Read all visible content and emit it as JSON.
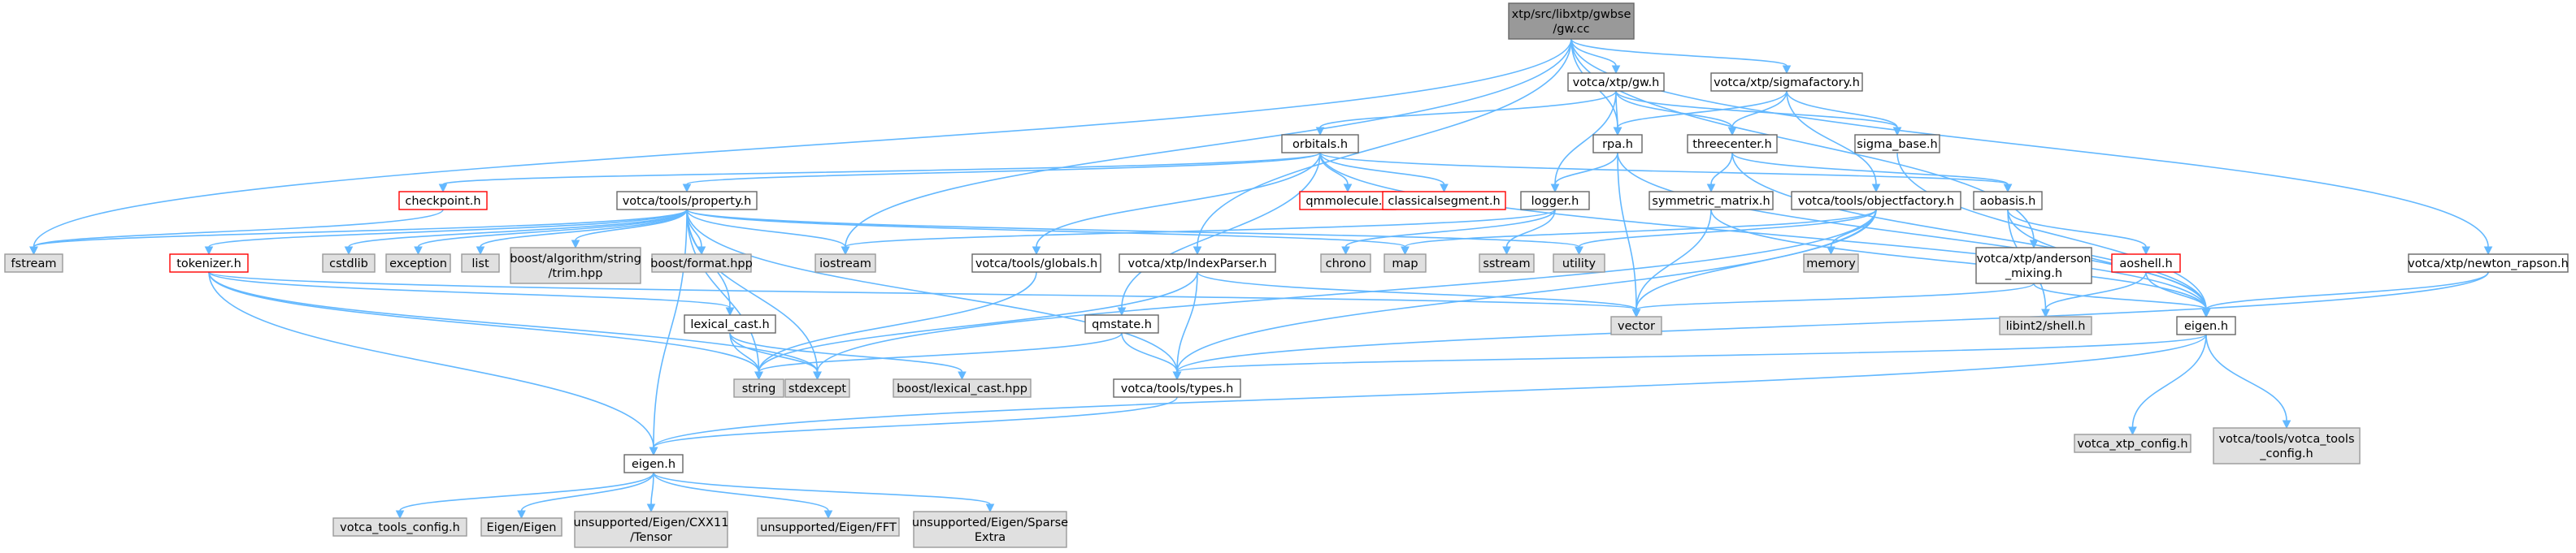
{
  "graph": {
    "root": "gw_cc",
    "colors": {
      "edge": "#63b8ff",
      "root_fill": "#999999",
      "root_border": "#666666",
      "doc_fill": "#ffffff",
      "doc_border": "#666666",
      "system_fill": "#e0e0e0",
      "system_border": "#999999",
      "incomplete_border": "#ff0000"
    },
    "nodes": [
      {
        "id": "gw_cc",
        "kind": "root",
        "lines": [
          "xtp/src/libxtp/gwbse",
          "/gw.cc"
        ]
      },
      {
        "id": "gw_h",
        "kind": "doc",
        "lines": [
          "votca/xtp/gw.h"
        ]
      },
      {
        "id": "sigmafactory",
        "kind": "doc",
        "lines": [
          "votca/xtp/sigmafactory.h"
        ]
      },
      {
        "id": "orbitals",
        "kind": "doc",
        "lines": [
          "orbitals.h"
        ]
      },
      {
        "id": "rpa",
        "kind": "doc",
        "lines": [
          "rpa.h"
        ]
      },
      {
        "id": "threecenter",
        "kind": "doc",
        "lines": [
          "threecenter.h"
        ]
      },
      {
        "id": "sigma_base",
        "kind": "doc",
        "lines": [
          "sigma_base.h"
        ]
      },
      {
        "id": "checkpoint",
        "kind": "incomplete",
        "lines": [
          "checkpoint.h"
        ]
      },
      {
        "id": "property",
        "kind": "doc",
        "lines": [
          "votca/tools/property.h"
        ]
      },
      {
        "id": "qmmolecule",
        "kind": "incomplete",
        "lines": [
          "qmmolecule.h"
        ]
      },
      {
        "id": "classicalsegment",
        "kind": "incomplete",
        "lines": [
          "classicalsegment.h"
        ]
      },
      {
        "id": "logger",
        "kind": "doc",
        "lines": [
          "logger.h"
        ]
      },
      {
        "id": "symmetric_matrix",
        "kind": "doc",
        "lines": [
          "symmetric_matrix.h"
        ]
      },
      {
        "id": "objectfactory",
        "kind": "doc",
        "lines": [
          "votca/tools/objectfactory.h"
        ]
      },
      {
        "id": "aobasis",
        "kind": "doc",
        "lines": [
          "aobasis.h"
        ]
      },
      {
        "id": "fstream",
        "kind": "system",
        "lines": [
          "fstream"
        ]
      },
      {
        "id": "tokenizer",
        "kind": "incomplete",
        "lines": [
          "tokenizer.h"
        ]
      },
      {
        "id": "cstdlib",
        "kind": "system",
        "lines": [
          "cstdlib"
        ]
      },
      {
        "id": "exception",
        "kind": "system",
        "lines": [
          "exception"
        ]
      },
      {
        "id": "list",
        "kind": "system",
        "lines": [
          "list"
        ]
      },
      {
        "id": "boost_trim",
        "kind": "system",
        "lines": [
          "boost/algorithm/string",
          "/trim.hpp"
        ]
      },
      {
        "id": "boost_format",
        "kind": "system",
        "lines": [
          "boost/format.hpp"
        ]
      },
      {
        "id": "iostream",
        "kind": "system",
        "lines": [
          "iostream"
        ]
      },
      {
        "id": "globals",
        "kind": "doc",
        "lines": [
          "votca/tools/globals.h"
        ]
      },
      {
        "id": "indexparser",
        "kind": "doc",
        "lines": [
          "votca/xtp/IndexParser.h"
        ]
      },
      {
        "id": "chrono",
        "kind": "system",
        "lines": [
          "chrono"
        ]
      },
      {
        "id": "map",
        "kind": "system",
        "lines": [
          "map"
        ]
      },
      {
        "id": "sstream",
        "kind": "system",
        "lines": [
          "sstream"
        ]
      },
      {
        "id": "utility",
        "kind": "system",
        "lines": [
          "utility"
        ]
      },
      {
        "id": "memory",
        "kind": "system",
        "lines": [
          "memory"
        ]
      },
      {
        "id": "aoshell",
        "kind": "incomplete",
        "lines": [
          "aoshell.h"
        ]
      },
      {
        "id": "anderson",
        "kind": "doc",
        "lines": [
          "votca/xtp/anderson",
          "_mixing.h"
        ]
      },
      {
        "id": "newton",
        "kind": "doc",
        "lines": [
          "votca/xtp/newton_rapson.h"
        ]
      },
      {
        "id": "lexical_cast_h",
        "kind": "doc",
        "lines": [
          "lexical_cast.h"
        ]
      },
      {
        "id": "vector",
        "kind": "system",
        "lines": [
          "vector"
        ]
      },
      {
        "id": "libint_shell",
        "kind": "system",
        "lines": [
          "libint2/shell.h"
        ]
      },
      {
        "id": "eigen_xtp",
        "kind": "doc",
        "lines": [
          "eigen.h"
        ]
      },
      {
        "id": "qmstate",
        "kind": "doc",
        "lines": [
          "qmstate.h"
        ]
      },
      {
        "id": "string",
        "kind": "system",
        "lines": [
          "string"
        ]
      },
      {
        "id": "stdexcept",
        "kind": "system",
        "lines": [
          "stdexcept"
        ]
      },
      {
        "id": "boost_lexical",
        "kind": "system",
        "lines": [
          "boost/lexical_cast.hpp"
        ]
      },
      {
        "id": "types",
        "kind": "doc",
        "lines": [
          "votca/tools/types.h"
        ]
      },
      {
        "id": "xtp_config",
        "kind": "system",
        "lines": [
          "votca_xtp_config.h"
        ]
      },
      {
        "id": "tools_config_h",
        "kind": "system",
        "lines": [
          "votca/tools/votca_tools",
          "_config.h"
        ]
      },
      {
        "id": "eigen_tools",
        "kind": "doc",
        "lines": [
          "eigen.h"
        ]
      },
      {
        "id": "votca_tools_config",
        "kind": "system",
        "lines": [
          "votca_tools_config.h"
        ]
      },
      {
        "id": "eigen_eigen",
        "kind": "system",
        "lines": [
          "Eigen/Eigen"
        ]
      },
      {
        "id": "eigen_tensor",
        "kind": "system",
        "lines": [
          "unsupported/Eigen/CXX11",
          "/Tensor"
        ]
      },
      {
        "id": "eigen_fft",
        "kind": "system",
        "lines": [
          "unsupported/Eigen/FFT"
        ]
      },
      {
        "id": "eigen_sparse",
        "kind": "system",
        "lines": [
          "unsupported/Eigen/Sparse",
          "Extra"
        ]
      }
    ],
    "edges": [
      [
        "gw_cc",
        "gw_h"
      ],
      [
        "gw_cc",
        "sigmafactory"
      ],
      [
        "gw_cc",
        "rpa"
      ],
      [
        "gw_cc",
        "fstream"
      ],
      [
        "gw_cc",
        "iostream"
      ],
      [
        "gw_cc",
        "indexparser"
      ],
      [
        "gw_cc",
        "anderson"
      ],
      [
        "gw_cc",
        "newton"
      ],
      [
        "gw_h",
        "orbitals"
      ],
      [
        "gw_h",
        "rpa"
      ],
      [
        "gw_h",
        "threecenter"
      ],
      [
        "gw_h",
        "sigma_base"
      ],
      [
        "gw_h",
        "logger"
      ],
      [
        "sigmafactory",
        "rpa"
      ],
      [
        "sigmafactory",
        "threecenter"
      ],
      [
        "sigmafactory",
        "sigma_base"
      ],
      [
        "sigmafactory",
        "objectfactory"
      ],
      [
        "rpa",
        "logger"
      ],
      [
        "rpa",
        "vector"
      ],
      [
        "rpa",
        "eigen_xtp"
      ],
      [
        "threecenter",
        "symmetric_matrix"
      ],
      [
        "threecenter",
        "aobasis"
      ],
      [
        "threecenter",
        "eigen_xtp"
      ],
      [
        "sigma_base",
        "eigen_xtp"
      ],
      [
        "orbitals",
        "checkpoint"
      ],
      [
        "orbitals",
        "property"
      ],
      [
        "orbitals",
        "qmmolecule"
      ],
      [
        "orbitals",
        "classicalsegment"
      ],
      [
        "orbitals",
        "globals"
      ],
      [
        "orbitals",
        "qmstate"
      ],
      [
        "orbitals",
        "aobasis"
      ],
      [
        "orbitals",
        "eigen_xtp"
      ],
      [
        "checkpoint",
        "fstream"
      ],
      [
        "property",
        "fstream"
      ],
      [
        "property",
        "tokenizer"
      ],
      [
        "property",
        "cstdlib"
      ],
      [
        "property",
        "exception"
      ],
      [
        "property",
        "list"
      ],
      [
        "property",
        "boost_trim"
      ],
      [
        "property",
        "boost_format"
      ],
      [
        "property",
        "iostream"
      ],
      [
        "property",
        "map"
      ],
      [
        "property",
        "utility"
      ],
      [
        "property",
        "lexical_cast_h"
      ],
      [
        "property",
        "string"
      ],
      [
        "property",
        "stdexcept"
      ],
      [
        "property",
        "types"
      ],
      [
        "property",
        "eigen_tools"
      ],
      [
        "logger",
        "iostream"
      ],
      [
        "logger",
        "chrono"
      ],
      [
        "logger",
        "sstream"
      ],
      [
        "symmetric_matrix",
        "vector"
      ],
      [
        "symmetric_matrix",
        "eigen_xtp"
      ],
      [
        "objectfactory",
        "map"
      ],
      [
        "objectfactory",
        "utility"
      ],
      [
        "objectfactory",
        "memory"
      ],
      [
        "objectfactory",
        "vector"
      ],
      [
        "objectfactory",
        "stdexcept"
      ],
      [
        "objectfactory",
        "types"
      ],
      [
        "aobasis",
        "aoshell"
      ],
      [
        "aobasis",
        "libint_shell"
      ],
      [
        "aobasis",
        "eigen_xtp"
      ],
      [
        "aoshell",
        "libint_shell"
      ],
      [
        "aoshell",
        "eigen_xtp"
      ],
      [
        "anderson",
        "vector"
      ],
      [
        "anderson",
        "eigen_xtp"
      ],
      [
        "newton",
        "eigen_xtp"
      ],
      [
        "newton",
        "types"
      ],
      [
        "tokenizer",
        "vector"
      ],
      [
        "tokenizer",
        "string"
      ],
      [
        "tokenizer",
        "lexical_cast_h"
      ],
      [
        "tokenizer",
        "stdexcept"
      ],
      [
        "tokenizer",
        "eigen_tools"
      ],
      [
        "globals",
        "string"
      ],
      [
        "indexparser",
        "string"
      ],
      [
        "indexparser",
        "vector"
      ],
      [
        "indexparser",
        "types"
      ],
      [
        "lexical_cast_h",
        "string"
      ],
      [
        "lexical_cast_h",
        "stdexcept"
      ],
      [
        "lexical_cast_h",
        "boost_lexical"
      ],
      [
        "qmstate",
        "string"
      ],
      [
        "qmstate",
        "types"
      ],
      [
        "eigen_xtp",
        "xtp_config"
      ],
      [
        "eigen_xtp",
        "tools_config_h"
      ],
      [
        "eigen_xtp",
        "types"
      ],
      [
        "eigen_xtp",
        "eigen_tools"
      ],
      [
        "types",
        "eigen_tools"
      ],
      [
        "eigen_tools",
        "votca_tools_config"
      ],
      [
        "eigen_tools",
        "eigen_eigen"
      ],
      [
        "eigen_tools",
        "eigen_tensor"
      ],
      [
        "eigen_tools",
        "eigen_fft"
      ],
      [
        "eigen_tools",
        "eigen_sparse"
      ]
    ]
  }
}
